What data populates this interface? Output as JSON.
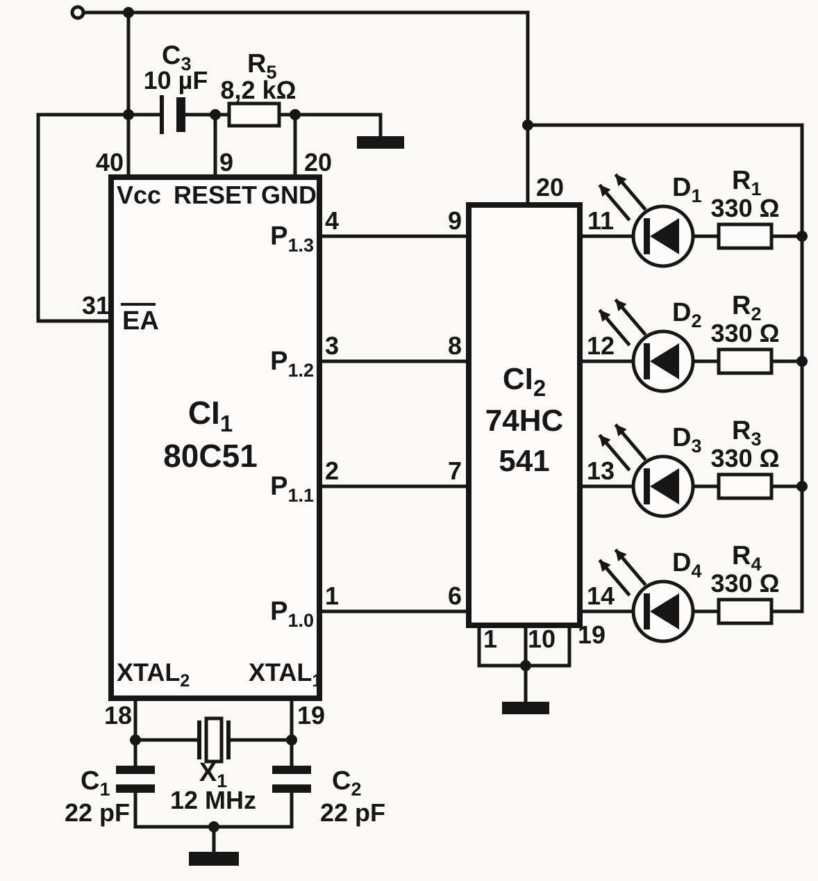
{
  "reset": {
    "c3_base": "C",
    "c3_sub": "3",
    "c3_value": "10 µF",
    "r5_base": "R",
    "r5_sub": "5",
    "r5_value": "8,2 kΩ",
    "pin_vcc": "40",
    "pin_reset": "9",
    "pin_gnd": "20"
  },
  "ci1": {
    "name_base": "CI",
    "name_sub": "1",
    "part": "80C51",
    "vcc": "Vcc",
    "reset": "RESET",
    "gnd": "GND",
    "ea": "EA",
    "ea_pin": "31",
    "ports": [
      {
        "pin": "4",
        "base": "P",
        "sub": "1.3",
        "ci2_pin": "9"
      },
      {
        "pin": "3",
        "base": "P",
        "sub": "1.2",
        "ci2_pin": "8"
      },
      {
        "pin": "2",
        "base": "P",
        "sub": "1.1",
        "ci2_pin": "7"
      },
      {
        "pin": "1",
        "base": "P",
        "sub": "1.0",
        "ci2_pin": "6"
      }
    ],
    "xtal2_base": "XTAL",
    "xtal2_sub": "2",
    "xtal2_pin": "18",
    "xtal1_base": "XTAL",
    "xtal1_sub": "1",
    "xtal1_pin": "19"
  },
  "ci2": {
    "name_base": "CI",
    "name_sub": "2",
    "part1": "74HC",
    "part2": "541",
    "vcc_pin": "20",
    "bottom_pin1": "1",
    "bottom_pin2": "10",
    "bottom_pin3": "19"
  },
  "led_rows": [
    {
      "out_pin": "11",
      "d_base": "D",
      "d_sub": "1",
      "r_base": "R",
      "r_sub": "1",
      "r_value": "330 Ω"
    },
    {
      "out_pin": "12",
      "d_base": "D",
      "d_sub": "2",
      "r_base": "R",
      "r_sub": "2",
      "r_value": "330 Ω"
    },
    {
      "out_pin": "13",
      "d_base": "D",
      "d_sub": "3",
      "r_base": "R",
      "r_sub": "3",
      "r_value": "330 Ω"
    },
    {
      "out_pin": "14",
      "d_base": "D",
      "d_sub": "4",
      "r_base": "R",
      "r_sub": "4",
      "r_value": "330 Ω"
    }
  ],
  "osc": {
    "x1_base": "X",
    "x1_sub": "1",
    "x1_value": "12 MHz",
    "c1_base": "C",
    "c1_sub": "1",
    "c1_value": "22 pF",
    "c2_base": "C",
    "c2_sub": "2",
    "c2_value": "22 pF"
  }
}
